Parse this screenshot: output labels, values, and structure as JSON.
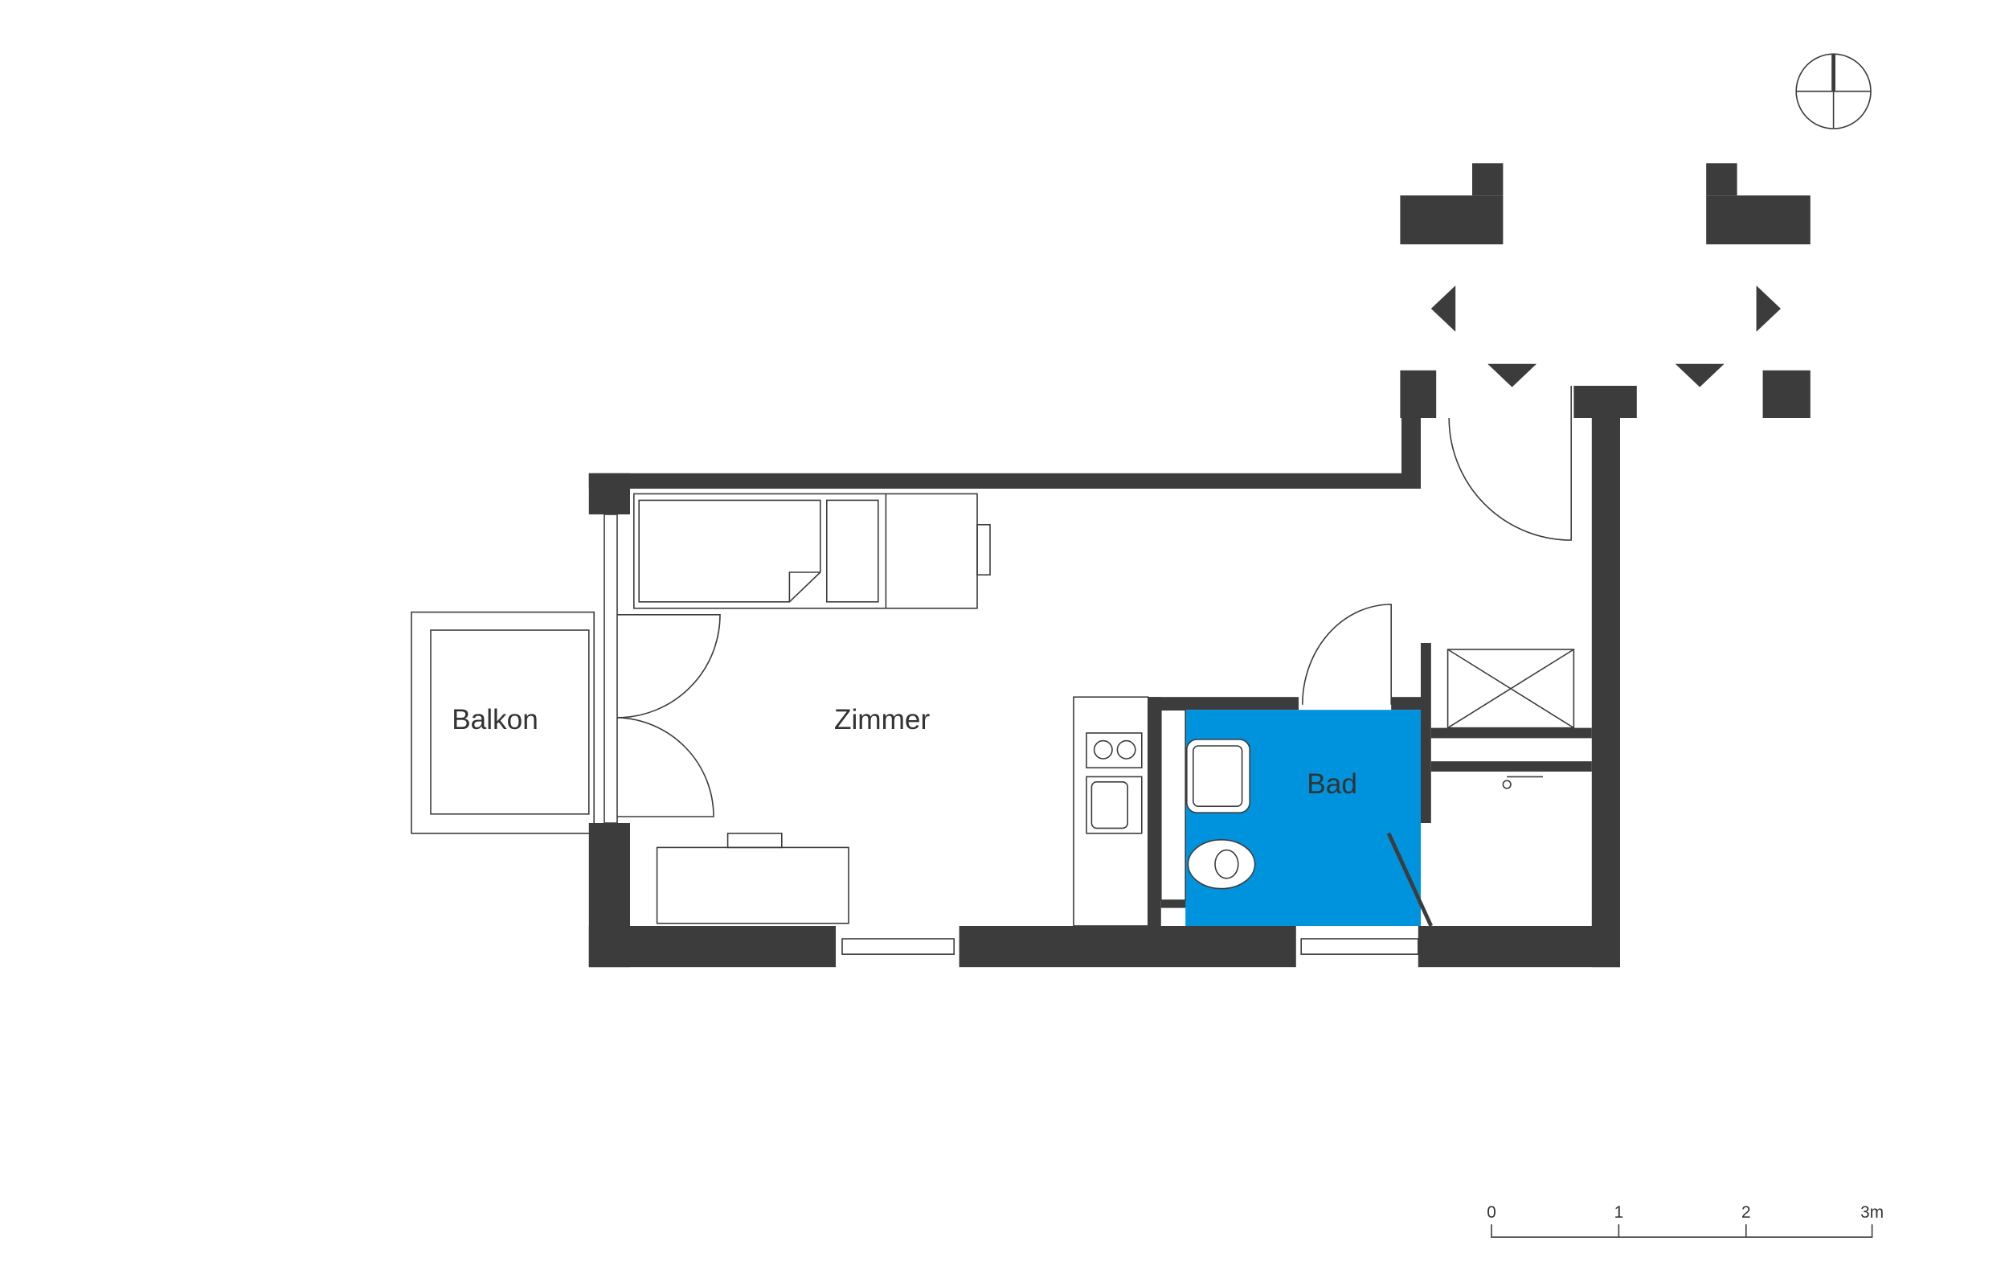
{
  "rooms": {
    "balcony": "Balkon",
    "room": "Zimmer",
    "bathroom": "Bad"
  },
  "scale_bar": {
    "ticks": [
      "0",
      "1",
      "2",
      "3m"
    ]
  },
  "colors": {
    "wall": "#3c3c3c",
    "bathroom_fill": "#0093dd"
  }
}
